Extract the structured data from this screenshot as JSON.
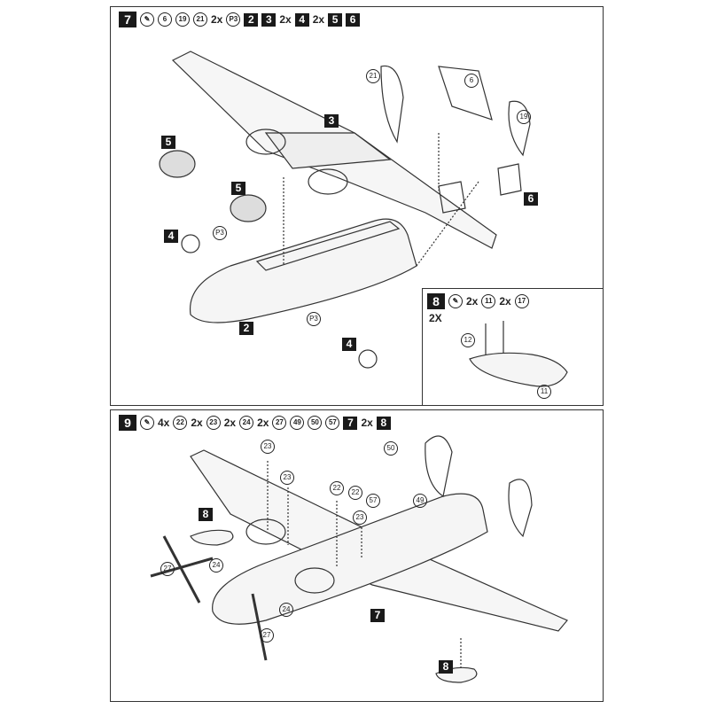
{
  "step7": {
    "number": "7",
    "tool": "glue-icon",
    "parts": [
      "6",
      "19",
      "21"
    ],
    "qty1": "2x",
    "part_p": "P3",
    "boxes1": [
      "2",
      "3"
    ],
    "qty2": "2x",
    "box2": "4",
    "qty3": "2x",
    "boxes3": [
      "5",
      "6"
    ],
    "callouts": {
      "c21": "21",
      "c6": "6",
      "c19": "19",
      "b3": "3",
      "b5a": "5",
      "b5b": "5",
      "b6": "6",
      "b4a": "4",
      "p3a": "P3",
      "b2": "2",
      "p3b": "P3",
      "b4b": "4"
    }
  },
  "step8": {
    "number": "8",
    "tool": "glue-icon",
    "qty1": "2x",
    "part1": "11",
    "qty2": "2x",
    "part2": "17",
    "note": "2X",
    "callouts": {
      "c12": "12",
      "c11": "11"
    }
  },
  "step9": {
    "number": "9",
    "tool": "glue-icon",
    "qty1": "4x",
    "p1": "22",
    "qty2": "2x",
    "p2": "23",
    "qty3": "2x",
    "p3": "24",
    "qty4": "2x",
    "parts": [
      "27",
      "49",
      "50",
      "57"
    ],
    "box1": "7",
    "qty5": "2x",
    "box2": "8",
    "callouts": {
      "c23a": "23",
      "c23b": "23",
      "c22a": "22",
      "c22b": "22",
      "c23c": "23",
      "c57": "57",
      "c50": "50",
      "c49": "49",
      "b8a": "8",
      "c27a": "27",
      "c24a": "24",
      "c24b": "24",
      "c27b": "27",
      "b7": "7",
      "b8b": "8"
    }
  }
}
